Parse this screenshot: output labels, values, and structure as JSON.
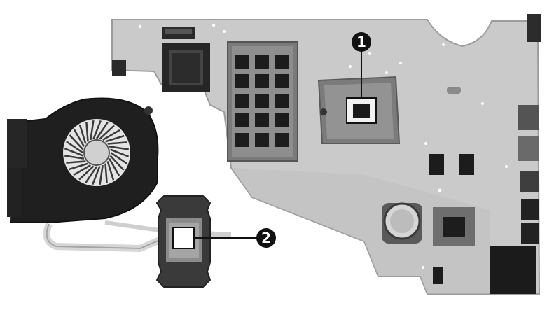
{
  "figure": {
    "description_visible_text": "",
    "callouts": [
      {
        "number": "1",
        "target": "processor"
      },
      {
        "number": "2",
        "target": "heat-sink-contact-pad"
      }
    ],
    "colors": {
      "board": "#c9c9c9",
      "board_edge": "#a9a9a9",
      "dark": "#1e1e1e",
      "callout_fill": "#111111"
    }
  }
}
